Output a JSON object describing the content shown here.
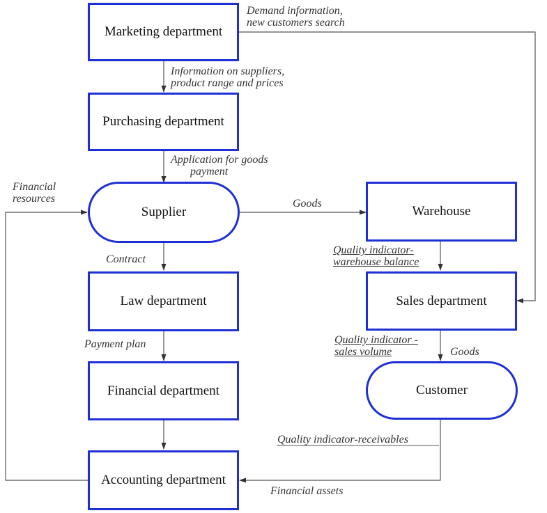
{
  "nodes": {
    "marketing": "Marketing department",
    "purchasing": "Purchasing department",
    "supplier": "Supplier",
    "law": "Law department",
    "financial": "Financial department",
    "accounting": "Accounting department",
    "warehouse": "Warehouse",
    "sales": "Sales department",
    "customer": "Customer"
  },
  "labels": {
    "demand_1": "Demand information,",
    "demand_2": "new customers search",
    "info_suppliers_1": "Information on suppliers,",
    "info_suppliers_2": "product range and prices",
    "application_1": "Application for goods",
    "application_2": "payment",
    "financial_resources_1": "Financial",
    "financial_resources_2": "resources",
    "goods_supplier": "Goods",
    "contract": "Contract",
    "payment_plan": "Payment plan",
    "warehouse_balance_1": "Quality indicator-",
    "warehouse_balance_2": "warehouse balance",
    "sales_volume_1": "Quality indicator -",
    "sales_volume_2": "sales volume",
    "goods_customer": "Goods",
    "receivables": "Quality indicator-receivables",
    "financial_assets": "Financial assets"
  },
  "colors": {
    "box_border": "#1f2fd6",
    "line": "#555555"
  }
}
